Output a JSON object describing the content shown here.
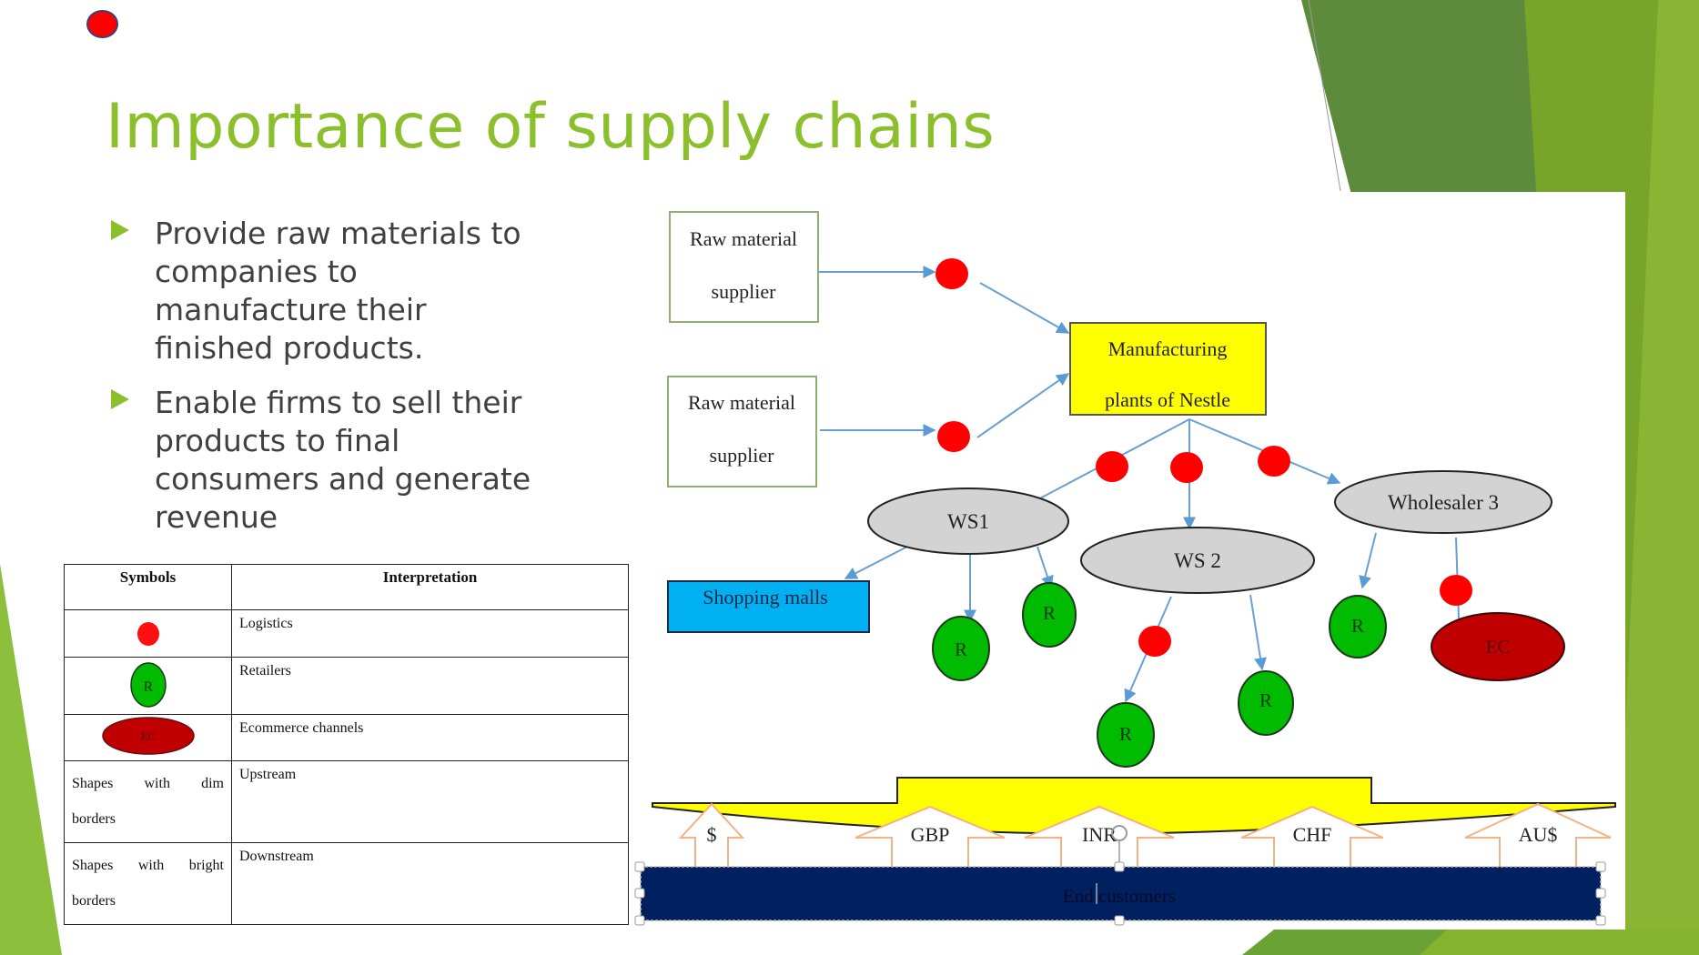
{
  "slide": {
    "title": "Importance of supply chains",
    "colors": {
      "title": "#8cbf2c",
      "bullet": "#8cbf2c",
      "body_text": "#404040",
      "logistics_dot": "#ff0000",
      "retailer": "#00bb00",
      "ecommerce": "#c00000",
      "wholesaler": "#d3d3d3",
      "manufacturing": "#ffff00",
      "shopping_malls": "#00b0f0",
      "end_customers_bar": "#002060"
    },
    "bullets": [
      {
        "text": "Provide raw materials to companies to manufacture their finished products."
      },
      {
        "text": "Enable firms to sell their products to final consumers and generate revenue"
      }
    ]
  },
  "legend_table": {
    "headers": {
      "symbols": "Symbols",
      "interpretation": "Interpretation"
    },
    "rows": [
      {
        "symbol": "red-dot",
        "symbol_label": "",
        "interpretation": "Logistics"
      },
      {
        "symbol": "green-circle",
        "symbol_label": "R",
        "interpretation": "Retailers"
      },
      {
        "symbol": "red-ellipse",
        "symbol_label": "EC",
        "interpretation": "Ecommerce channels"
      },
      {
        "symbol": "text",
        "symbol_label_line1": "Shapes with dim",
        "symbol_label_line2": "borders",
        "interpretation": "Upstream"
      },
      {
        "symbol": "text",
        "symbol_label_line1": "Shapes with bright",
        "symbol_label_line2": "borders",
        "interpretation": "Downstream"
      }
    ]
  },
  "diagram": {
    "raw_suppliers": [
      {
        "line1": "Raw material",
        "line2": "supplier"
      },
      {
        "line1": "Raw material",
        "line2": "supplier"
      }
    ],
    "manufacturing": {
      "line1": "Manufacturing",
      "line2": "plants  of Nestle"
    },
    "wholesalers": [
      {
        "label": "WS1"
      },
      {
        "label": "WS 2"
      },
      {
        "label": "Wholesaler  3"
      }
    ],
    "shopping_malls": "Shopping malls",
    "retailer_label": "R",
    "ecommerce_label": "EC",
    "currencies": [
      "$",
      "GBP",
      "INR",
      "CHF",
      "AU$"
    ],
    "end_customers": "End customers"
  }
}
